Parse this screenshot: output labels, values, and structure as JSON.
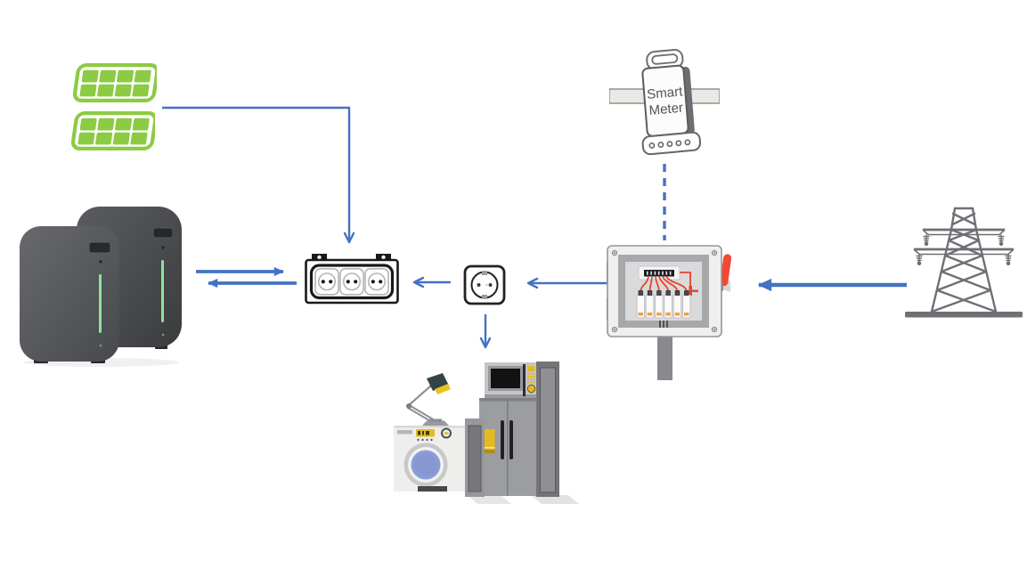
{
  "diagram": {
    "kind": "home energy flow diagram",
    "background": "#ffffff",
    "arrow_color": "#4472C4",
    "smart_meter": {
      "line1": "Smart",
      "line2": "Meter"
    },
    "colors": {
      "solar_green": "#8CCB44",
      "battery_dark": "#4A4C4F",
      "battery_led_green": "#8FE39B",
      "outline_black": "#1A1A1A",
      "grid_tower_gray": "#6F6F74",
      "wire_red": "#E8442C",
      "lever_red": "#F04A32",
      "accent_yellow": "#E5BA1E",
      "washer_window_blue": "#8B9CD6",
      "shadow_gray": "#E3E3E3"
    },
    "nodes": [
      {
        "id": "solar-panels",
        "label": "solar panels (2 modules)"
      },
      {
        "id": "battery-storage",
        "label": "battery storage units (2)"
      },
      {
        "id": "power-strip",
        "label": "3-outlet power strip"
      },
      {
        "id": "wall-socket",
        "label": "wall socket"
      },
      {
        "id": "smart-meter",
        "label": "Smart Meter"
      },
      {
        "id": "distribution-box",
        "label": "fuse / distribution box"
      },
      {
        "id": "transmission-tower",
        "label": "power grid tower"
      },
      {
        "id": "appliances",
        "label": "household appliances: lamp, washing machine, microwave, fridge"
      }
    ],
    "edges": [
      {
        "from": "solar-panels",
        "to": "power-strip",
        "style": "solid-elbow",
        "arrowhead": "open"
      },
      {
        "from": "battery-storage",
        "to": "power-strip",
        "style": "solid",
        "arrowhead": "filled",
        "bidirectional": true
      },
      {
        "from": "wall-socket",
        "to": "power-strip",
        "style": "solid",
        "arrowhead": "open"
      },
      {
        "from": "distribution-box",
        "to": "wall-socket",
        "style": "solid",
        "arrowhead": "open"
      },
      {
        "from": "smart-meter",
        "to": "distribution-box",
        "style": "dashed",
        "arrowhead": "none"
      },
      {
        "from": "transmission-tower",
        "to": "distribution-box",
        "style": "solid",
        "arrowhead": "filled"
      },
      {
        "from": "wall-socket",
        "to": "appliances",
        "style": "solid",
        "arrowhead": "open"
      }
    ]
  }
}
